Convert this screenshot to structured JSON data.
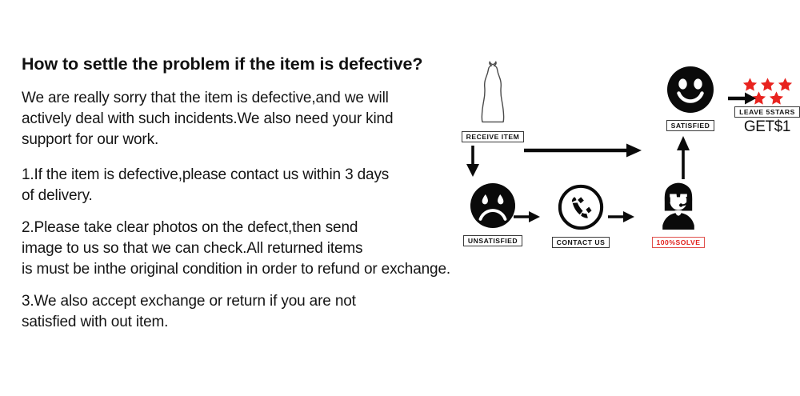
{
  "page": {
    "title": "How to settle the problem if the item is defective?"
  },
  "policy": {
    "intro_line1": "We are really sorry that the item is defective,and we will",
    "intro_line2": "actively deal with such incidents.We also need your kind",
    "intro_line3": "support for our work.",
    "item1_line1": "1.If the item is defective,please contact us within 3 days",
    "item1_line2": "of delivery.",
    "item2_line1": "2.Please take clear photos on the defect,then send",
    "item2_line2": "image to us so that we can check.All returned items",
    "item2_line3": "is must be inthe original condition in order to refund or exchange.",
    "item3_line1": "3.We also accept exchange or return if you are not",
    "item3_line2": "satisfied with out item."
  },
  "flow": {
    "nodes": [
      {
        "id": "receive-item",
        "icon": "dress-icon",
        "caption": "RECEIVE ITEM",
        "caption_style": "black"
      },
      {
        "id": "satisfied",
        "icon": "smiley-face-icon",
        "caption": "SATISFIED",
        "caption_style": "black"
      },
      {
        "id": "leave-stars",
        "icon": "five-stars-icon",
        "caption": "LEAVE 5STARS",
        "caption_style": "black",
        "reward": "GET$1"
      },
      {
        "id": "unsatisfied",
        "icon": "sad-face-icon",
        "caption": "UNSATISFIED",
        "caption_style": "black"
      },
      {
        "id": "contact-us",
        "icon": "phone-circle-icon",
        "caption": "CONTACT US",
        "caption_style": "black"
      },
      {
        "id": "solve",
        "icon": "support-agent-icon",
        "caption": "100%SOLVE",
        "caption_style": "red"
      }
    ],
    "arrows": [
      {
        "id": "receive-to-satisfied",
        "direction": "right"
      },
      {
        "id": "receive-to-unsatisfied",
        "direction": "down"
      },
      {
        "id": "satisfied-to-stars",
        "direction": "right"
      },
      {
        "id": "unsatisfied-to-contact",
        "direction": "right"
      },
      {
        "id": "contact-to-solve",
        "direction": "right"
      },
      {
        "id": "solve-to-satisfied",
        "direction": "up"
      }
    ]
  },
  "colors": {
    "star_red": "#e8231f",
    "solve_red": "#e0201c",
    "ink": "#111111",
    "background": "#ffffff"
  }
}
